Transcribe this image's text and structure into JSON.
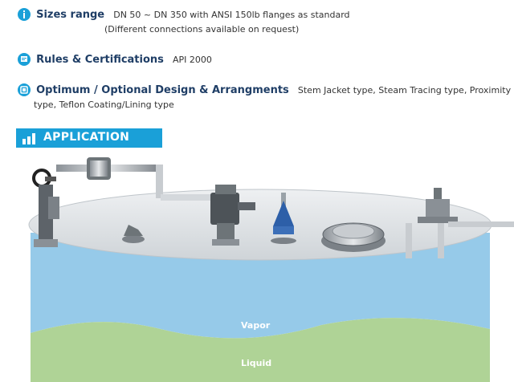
{
  "sizes": {
    "heading": "Sizes range",
    "line1": "DN 50 ~ DN 350 with ANSI 150lb flanges as standard",
    "line2": "(Different connections available on request)"
  },
  "rules": {
    "heading": "Rules & Certifications",
    "value": "API 2000"
  },
  "design": {
    "heading": "Optimum / Optional Design & Arrangments",
    "line1": "Stem Jacket type, Steam Tracing type, Proximity",
    "line2": "type, Teflon Coating/Lining type"
  },
  "application": {
    "banner": "APPLICATION"
  },
  "tank": {
    "vapor_label": "Vapor",
    "liquid_label": "Liquid"
  },
  "icons": {
    "sizes": "info-icon",
    "rules": "certificate-icon",
    "design": "design-icon",
    "banner": "bar-chart-icon"
  },
  "colors": {
    "accent": "#1aa0d8",
    "heading": "#1f3e66",
    "vapor": "#8ec6e8",
    "liquid": "#a9d08e",
    "roof": "#d9dde1"
  }
}
